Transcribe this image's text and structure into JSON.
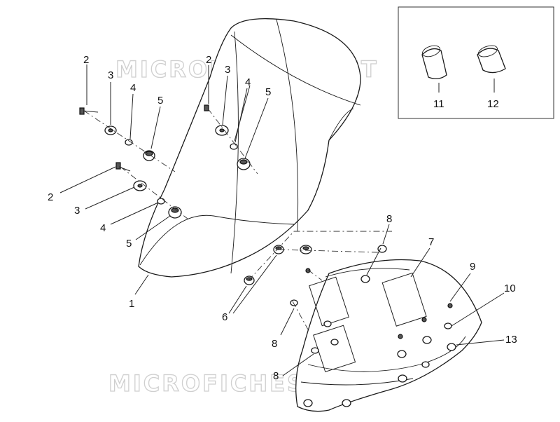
{
  "watermark": {
    "text": "MICROFICHES.NET"
  },
  "callouts": [
    "1",
    "2",
    "3",
    "4",
    "5",
    "6",
    "7",
    "8",
    "9",
    "10",
    "11",
    "12",
    "13"
  ],
  "labels": [
    {
      "id": "l2a",
      "text": "2"
    },
    {
      "id": "l3a",
      "text": "3"
    },
    {
      "id": "l4a",
      "text": "4"
    },
    {
      "id": "l5a",
      "text": "5"
    },
    {
      "id": "l2b",
      "text": "2"
    },
    {
      "id": "l3b",
      "text": "3"
    },
    {
      "id": "l4b",
      "text": "4"
    },
    {
      "id": "l5b",
      "text": "5"
    },
    {
      "id": "l2c",
      "text": "2"
    },
    {
      "id": "l3c",
      "text": "3"
    },
    {
      "id": "l4c",
      "text": "4"
    },
    {
      "id": "l5c",
      "text": "5"
    },
    {
      "id": "l1",
      "text": "1"
    },
    {
      "id": "l6",
      "text": "6"
    },
    {
      "id": "l7",
      "text": "7"
    },
    {
      "id": "l8a",
      "text": "8"
    },
    {
      "id": "l8b",
      "text": "8"
    },
    {
      "id": "l8c",
      "text": "8"
    },
    {
      "id": "l9",
      "text": "9"
    },
    {
      "id": "l10",
      "text": "10"
    },
    {
      "id": "l11",
      "text": "11"
    },
    {
      "id": "l12",
      "text": "12"
    },
    {
      "id": "l13",
      "text": "13"
    }
  ]
}
